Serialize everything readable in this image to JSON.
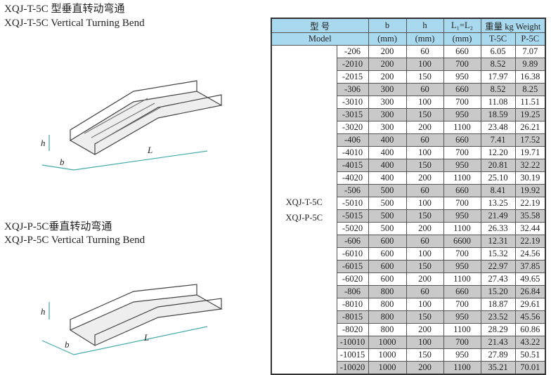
{
  "section1": {
    "title_cn": "XQJ-T-5C 型垂直转动弯通",
    "title_en": "XQJ-T-5C Vertical Turning Bend"
  },
  "section2": {
    "title_cn": "XQJ-P-5C垂直转动弯通",
    "title_en": "XQJ-P-5C Vertical Turning Bend"
  },
  "diagram_labels": {
    "h": "h",
    "b": "b",
    "L": "L"
  },
  "table": {
    "headers": {
      "model_cn": "型 号",
      "model_en": "Model",
      "b": "b",
      "h": "h",
      "L": "L₁=L₂",
      "unit": "(mm)",
      "weight": "重量 kg Weight",
      "t5c": "T-5C",
      "p5c": "P-5C"
    },
    "model_names": [
      "XQJ-T-5C",
      "XQJ-P-5C"
    ],
    "rows": [
      [
        "-206",
        "200",
        "60",
        "660",
        "6.05",
        "7.07"
      ],
      [
        "-2010",
        "200",
        "100",
        "700",
        "8.52",
        "9.89"
      ],
      [
        "-2015",
        "200",
        "150",
        "950",
        "17.97",
        "16.38"
      ],
      [
        "-306",
        "300",
        "60",
        "660",
        "8.52",
        "8.25"
      ],
      [
        "-3010",
        "300",
        "100",
        "700",
        "11.08",
        "11.51"
      ],
      [
        "-3015",
        "300",
        "150",
        "950",
        "18.59",
        "19.25"
      ],
      [
        "-3020",
        "300",
        "200",
        "1100",
        "23.48",
        "26.21"
      ],
      [
        "-406",
        "400",
        "60",
        "660",
        "7.41",
        "17.52"
      ],
      [
        "-4010",
        "400",
        "100",
        "700",
        "12.20",
        "19.71"
      ],
      [
        "-4015",
        "400",
        "150",
        "950",
        "20.81",
        "32.22"
      ],
      [
        "-4020",
        "400",
        "200",
        "1100",
        "25.10",
        "30.19"
      ],
      [
        "-506",
        "500",
        "60",
        "660",
        "8.41",
        "19.92"
      ],
      [
        "-5010",
        "500",
        "100",
        "700",
        "13.25",
        "22.19"
      ],
      [
        "-5015",
        "500",
        "150",
        "950",
        "21.49",
        "35.58"
      ],
      [
        "-5020",
        "500",
        "200",
        "1100",
        "26.33",
        "32.44"
      ],
      [
        "-606",
        "600",
        "60",
        "6600",
        "12.31",
        "22.19"
      ],
      [
        "-6010",
        "600",
        "100",
        "700",
        "15.32",
        "24.56"
      ],
      [
        "-6015",
        "600",
        "150",
        "950",
        "22.97",
        "37.85"
      ],
      [
        "-6020",
        "600",
        "200",
        "1100",
        "27.43",
        "49.65"
      ],
      [
        "-806",
        "800",
        "60",
        "660",
        "15.20",
        "26.84"
      ],
      [
        "-8010",
        "800",
        "100",
        "700",
        "18.87",
        "29.61"
      ],
      [
        "-8015",
        "800",
        "150",
        "950",
        "23.52",
        "45.56"
      ],
      [
        "-8020",
        "800",
        "200",
        "1100",
        "28.29",
        "60.86"
      ],
      [
        "-10010",
        "1000",
        "100",
        "700",
        "21.43",
        "43.22"
      ],
      [
        "-10015",
        "1000",
        "150",
        "950",
        "27.89",
        "50.51"
      ],
      [
        "-10020",
        "1000",
        "200",
        "1100",
        "35.21",
        "70.01"
      ]
    ]
  }
}
